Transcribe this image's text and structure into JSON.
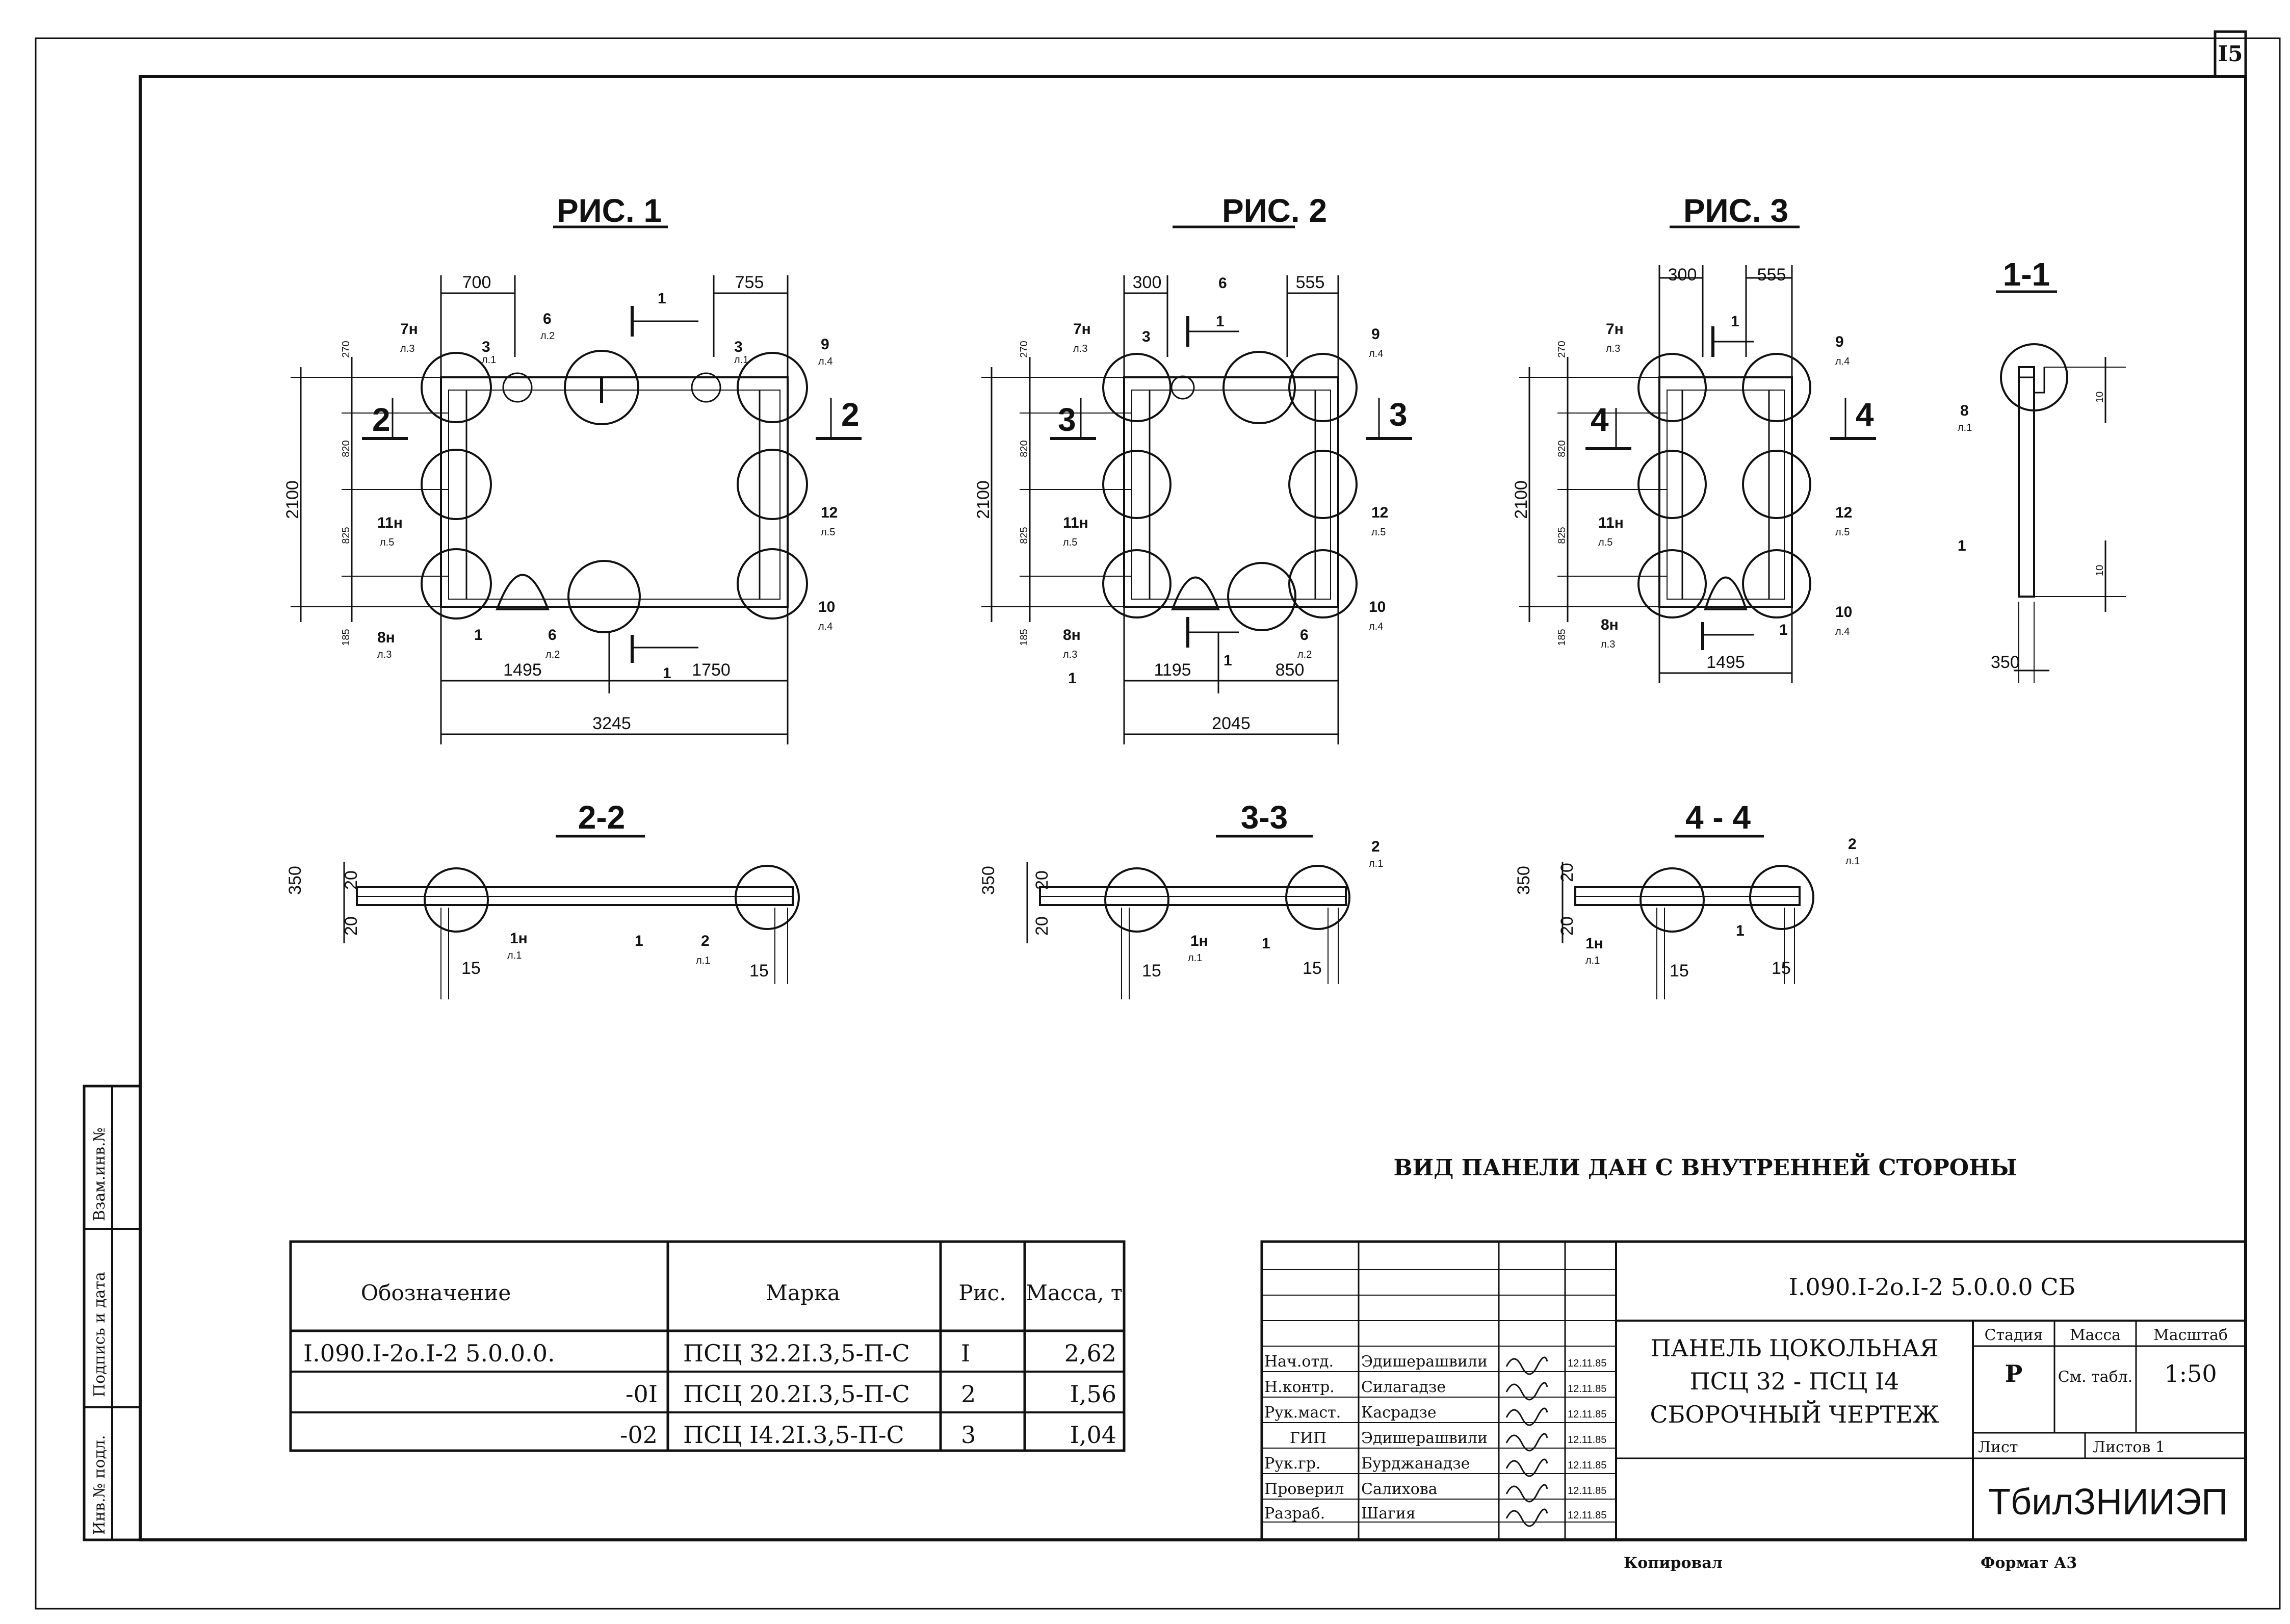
{
  "sheet_number": "I5",
  "side_labels": [
    "Взам.инв.№",
    "Подпись и дата",
    "Инв.№ подл."
  ],
  "figures": {
    "fig1": {
      "title": "РИС. 1",
      "dims": {
        "top_left": "700",
        "top_right": "755",
        "height": "2100",
        "r1": "270",
        "r2": "820",
        "r3": "825",
        "r4": "185",
        "bot_left": "1495",
        "bot_right": "1750",
        "total": "3245"
      },
      "tags": {
        "t7": "7н",
        "t7s": "л.3",
        "t3a": "3",
        "t3as": "л.1",
        "t6": "6",
        "t6s": "л.2",
        "t3b": "3",
        "t3bs": "л.1",
        "t9": "9",
        "t9s": "л.4",
        "t11": "11н",
        "t11s": "л.5",
        "t12": "12",
        "t12s": "л.5",
        "t8": "8н",
        "t8s": "л.3",
        "t1": "1",
        "t6b": "6",
        "t6bs": "л.2",
        "t10": "10",
        "t10s": "л.4",
        "cut1": "1",
        "cut2": "2"
      }
    },
    "fig2": {
      "title": "РИС. 2",
      "dims": {
        "top_left": "300",
        "top_right": "555",
        "height": "2100",
        "r1": "270",
        "r2": "820",
        "r3": "825",
        "r4": "185",
        "bot_left": "1195",
        "bot_right": "850",
        "total": "2045"
      },
      "tags": {
        "t7": "7н",
        "t7s": "л.3",
        "t3a": "3",
        "t6": "6",
        "t9": "9",
        "t9s": "л.4",
        "t11": "11н",
        "t11s": "л.5",
        "t12": "12",
        "t12s": "л.5",
        "t8": "8н",
        "t8s": "л.3",
        "t1": "1",
        "t6b": "6",
        "t6bs": "л.2",
        "t10": "10",
        "t10s": "л.4",
        "cut1": "1",
        "cut3": "3"
      }
    },
    "fig3": {
      "title": "РИС. 3",
      "dims": {
        "top_left": "300",
        "top_right": "555",
        "height": "2100",
        "r1": "270",
        "r2": "820",
        "r3": "825",
        "r4": "185",
        "bot_left": "1495"
      },
      "tags": {
        "t7": "7н",
        "t7s": "л.3",
        "t9": "9",
        "t9s": "л.4",
        "t11": "11н",
        "t11s": "л.5",
        "t12": "12",
        "t12s": "л.5",
        "t8": "8н",
        "t8s": "л.3",
        "t1": "1",
        "t10": "10",
        "t10s": "л.4",
        "cut1": "1",
        "cut4": "4"
      }
    },
    "sec11": {
      "title": "1-1",
      "d_top": "10",
      "d_bot": "10",
      "width": "350",
      "tag": "8",
      "tag_s": "л.1",
      "tag1": "1"
    },
    "sec22": {
      "title": "2-2",
      "d350": "350",
      "d20a": "20",
      "d20b": "20",
      "d15a": "15",
      "d15b": "15",
      "tag1": "1н",
      "tag1s": "л.1",
      "tag2": "1",
      "tag3": "2",
      "tag3s": "л.1"
    },
    "sec33": {
      "title": "3-3",
      "d350": "350",
      "d20a": "20",
      "d20b": "20",
      "d15a": "15",
      "d15b": "15",
      "tag1": "1н",
      "tag1s": "л.1",
      "tag2": "1",
      "tag3": "2",
      "tag3s": "л.1"
    },
    "sec44": {
      "title": "4 - 4",
      "d350": "350",
      "d20a": "20",
      "d20b": "20",
      "d15a": "15",
      "d15b": "15",
      "tag1": "1н",
      "tag1s": "л.1",
      "tag2": "1",
      "tag3": "2",
      "tag3s": "л.1"
    }
  },
  "note": "ВИД ПАНЕЛИ ДАН С ВНУТРЕННЕЙ СТОРОНЫ",
  "spec_table": {
    "headers": [
      "Обозначение",
      "Марка",
      "Рис.",
      "Масса, т"
    ],
    "rows": [
      {
        "designation": "I.090.I-2о.I-2 5.0.0.0.",
        "mark": "ПСЦ 32.2I.3,5-П-С",
        "fig": "I",
        "mass": "2,62"
      },
      {
        "designation": "-0I",
        "mark": "ПСЦ 20.2I.3,5-П-С",
        "fig": "2",
        "mass": "I,56"
      },
      {
        "designation": "-02",
        "mark": "ПСЦ I4.2I.3,5-П-С",
        "fig": "3",
        "mass": "I,04"
      }
    ]
  },
  "title_block": {
    "code": "I.090.I-2о.I-2 5.0.0.0 СБ",
    "name_lines": [
      "ПАНЕЛЬ ЦОКОЛЬНАЯ",
      "ПСЦ 32 - ПСЦ I4",
      "СБОРОЧНЫЙ ЧЕРТЕЖ"
    ],
    "stage_label": "Стадия",
    "mass_label": "Масса",
    "scale_label": "Масштаб",
    "stage": "Р",
    "mass": "См. табл.",
    "scale": "1:50",
    "sheet_label": "Лист",
    "sheets_label": "Листов 1",
    "org": "ТбилЗНИИЭП",
    "staff": [
      {
        "role": "Нач.отд.",
        "name": "Эдишерашвили",
        "date": "12.11.85"
      },
      {
        "role": "Н.контр.",
        "name": "Силагадзе",
        "date": "12.11.85"
      },
      {
        "role": "Рук.маст.",
        "name": "Касрадзе",
        "date": "12.11.85"
      },
      {
        "role": "ГИП",
        "name": "Эдишерашвили",
        "date": "12.11.85"
      },
      {
        "role": "Рук.гр.",
        "name": "Бурджанадзе",
        "date": "12.11.85"
      },
      {
        "role": "Проверил",
        "name": "Салихова",
        "date": "12.11.85"
      },
      {
        "role": "Разраб.",
        "name": "Шагия",
        "date": "12.11.85"
      }
    ],
    "copied": "Копировал",
    "format": "Формат А3"
  }
}
